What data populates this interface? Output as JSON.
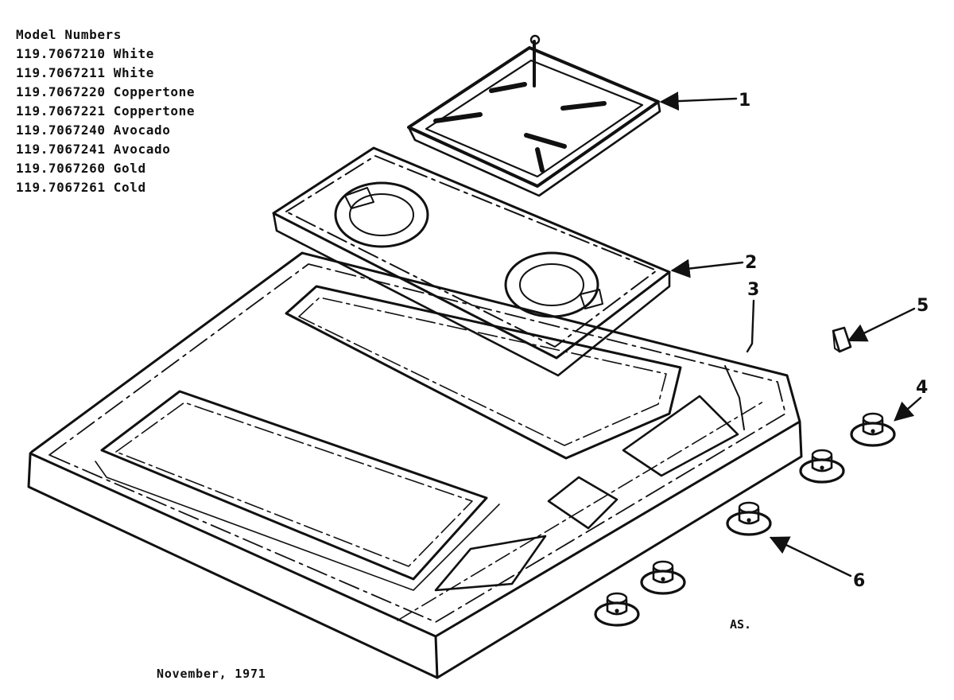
{
  "model_list": {
    "title": "Model Numbers",
    "items": [
      "119.7067210 White",
      "119.7067211 White",
      "119.7067220 Coppertone",
      "119.7067221 Coppertone",
      "119.7067240 Avocado",
      "119.7067241 Avocado",
      "119.7067260 Gold",
      "119.7067261 Cold"
    ]
  },
  "callouts": {
    "c1": "1",
    "c2": "2",
    "c3": "3",
    "c4": "4",
    "c5": "5",
    "c6": "6"
  },
  "mark": "AS.",
  "date": "November, 1971",
  "colors": {
    "ink": "#111111",
    "paper": "#ffffff"
  }
}
